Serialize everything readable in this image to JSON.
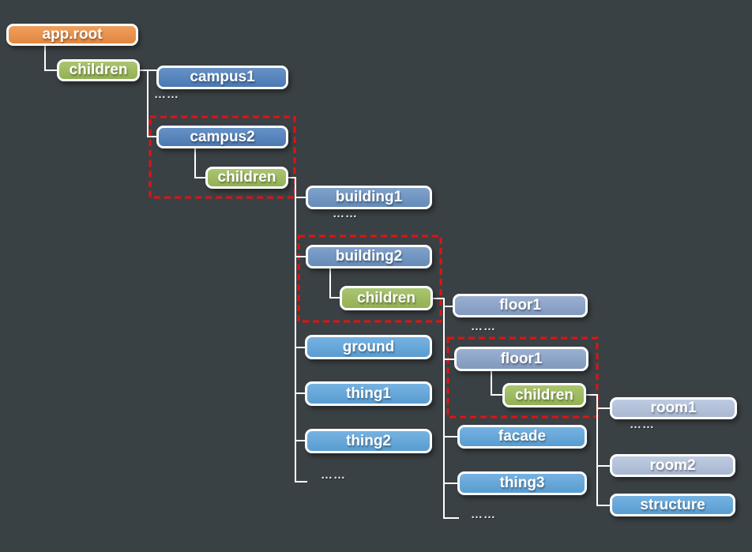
{
  "diagram": {
    "background_color": "#3a4144",
    "connector_color": "#ffffff",
    "highlight_color": "#e11212",
    "colors": {
      "root": "#ef8f44",
      "children": "#9cbc59",
      "campus": "#4e80bd",
      "building": "#6b93c3",
      "bright_blue": "#5fa6dd",
      "floor": "#8aa3ca",
      "room": "#b3c3dd"
    },
    "nodes": [
      {
        "id": "app-root",
        "label": "app.root",
        "color": "#ef8f44"
      },
      {
        "id": "children-root",
        "label": "children",
        "color": "#9cbc59"
      },
      {
        "id": "campus1",
        "label": "campus1",
        "color": "#4e80bd"
      },
      {
        "id": "campus2",
        "label": "campus2",
        "color": "#4e80bd"
      },
      {
        "id": "children-campus2",
        "label": "children",
        "color": "#9cbc59"
      },
      {
        "id": "building1",
        "label": "building1",
        "color": "#6b93c3"
      },
      {
        "id": "building2",
        "label": "building2",
        "color": "#6b93c3"
      },
      {
        "id": "children-building2",
        "label": "children",
        "color": "#9cbc59"
      },
      {
        "id": "floor1-list",
        "label": "floor1",
        "color": "#8aa3ca"
      },
      {
        "id": "floor1-selected",
        "label": "floor1",
        "color": "#8aa3ca"
      },
      {
        "id": "children-floor1",
        "label": "children",
        "color": "#9cbc59"
      },
      {
        "id": "ground",
        "label": "ground",
        "color": "#5fa6dd"
      },
      {
        "id": "thing1",
        "label": "thing1",
        "color": "#5fa6dd"
      },
      {
        "id": "thing2",
        "label": "thing2",
        "color": "#5fa6dd"
      },
      {
        "id": "facade",
        "label": "facade",
        "color": "#5fa6dd"
      },
      {
        "id": "thing3",
        "label": "thing3",
        "color": "#5fa6dd"
      },
      {
        "id": "room1",
        "label": "room1",
        "color": "#b3c3dd"
      },
      {
        "id": "room2",
        "label": "room2",
        "color": "#b3c3dd"
      },
      {
        "id": "structure",
        "label": "structure",
        "color": "#5fa6dd"
      }
    ],
    "ellipsis": [
      "……",
      "……",
      "……",
      "……",
      "……",
      "……"
    ]
  }
}
